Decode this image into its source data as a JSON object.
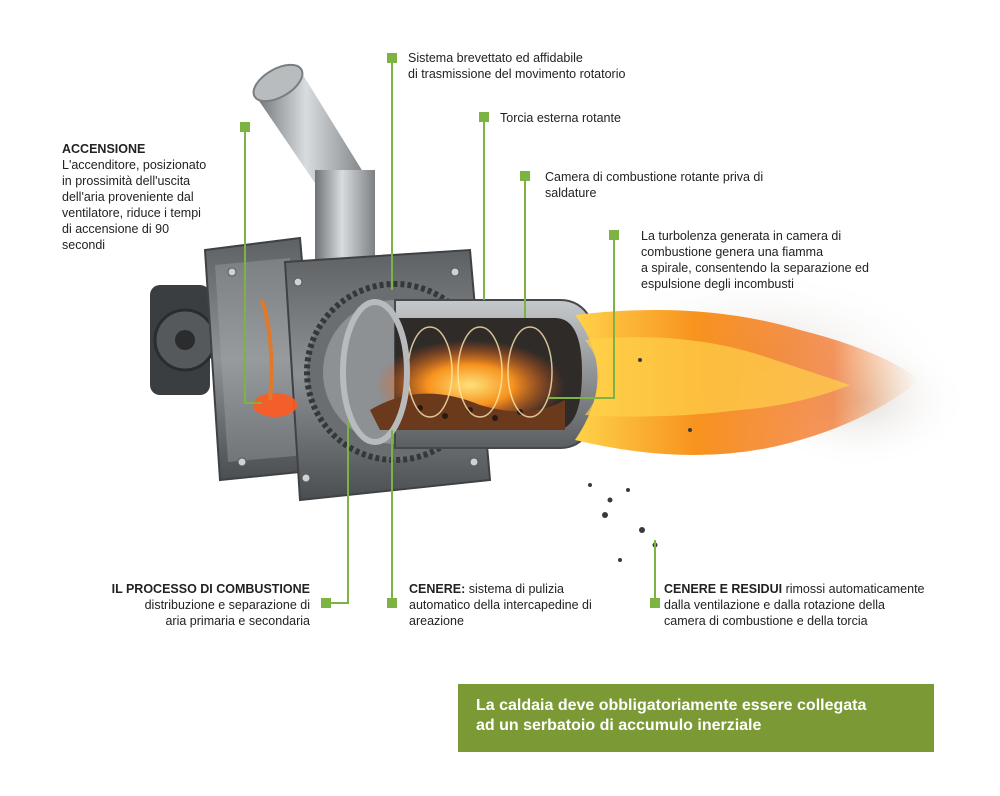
{
  "colors": {
    "accent_green": "#7cb342",
    "banner_green": "#7b9a36",
    "steel": "#8e9295",
    "dark_steel": "#4d5154",
    "flame_orange": "#f7931e",
    "flame_yellow": "#ffd24a"
  },
  "callouts": {
    "transmission": {
      "line1": "Sistema brevettato ed affidabile",
      "line2": "di trasmissione del movimento rotatorio"
    },
    "torch": {
      "line1": "Torcia esterna rotante"
    },
    "chamber": {
      "line1": "Camera di combustione rotante priva di",
      "line2": "saldature"
    },
    "turbulence": {
      "line1": "La turbolenza generata in camera di",
      "line2": "combustione genera una fiamma",
      "line3": "a spirale, consentendo la separazione ed",
      "line4": "espulsione degli incombusti"
    },
    "ignition": {
      "title": "ACCENSIONE",
      "line1": "L'accenditore, posizionato",
      "line2": "in prossimità dell'uscita",
      "line3": "dell'aria proveniente dal",
      "line4": "ventilatore, riduce i tempi",
      "line5": "di accensione di 90",
      "line6": "secondi"
    },
    "combustion_process": {
      "title": "IL PROCESSO DI COMBUSTIONE",
      "line1": "distribuzione e separazione di",
      "line2": "aria primaria e secondaria"
    },
    "ash": {
      "title": "CENERE:",
      "line1_rest": " sistema di pulizia",
      "line2": "automatico della intercapedine di",
      "line3": "areazione"
    },
    "residues": {
      "title": "CENERE E RESIDUI",
      "line1_rest": " rimossi automaticamente",
      "line2": "dalla ventilazione e dalla rotazione della",
      "line3": "camera di combustione e della torcia"
    }
  },
  "banner": {
    "line1": "La caldaia deve obbligatoriamente essere collegata",
    "line2": "ad un serbatoio di accumulo inerziale"
  }
}
